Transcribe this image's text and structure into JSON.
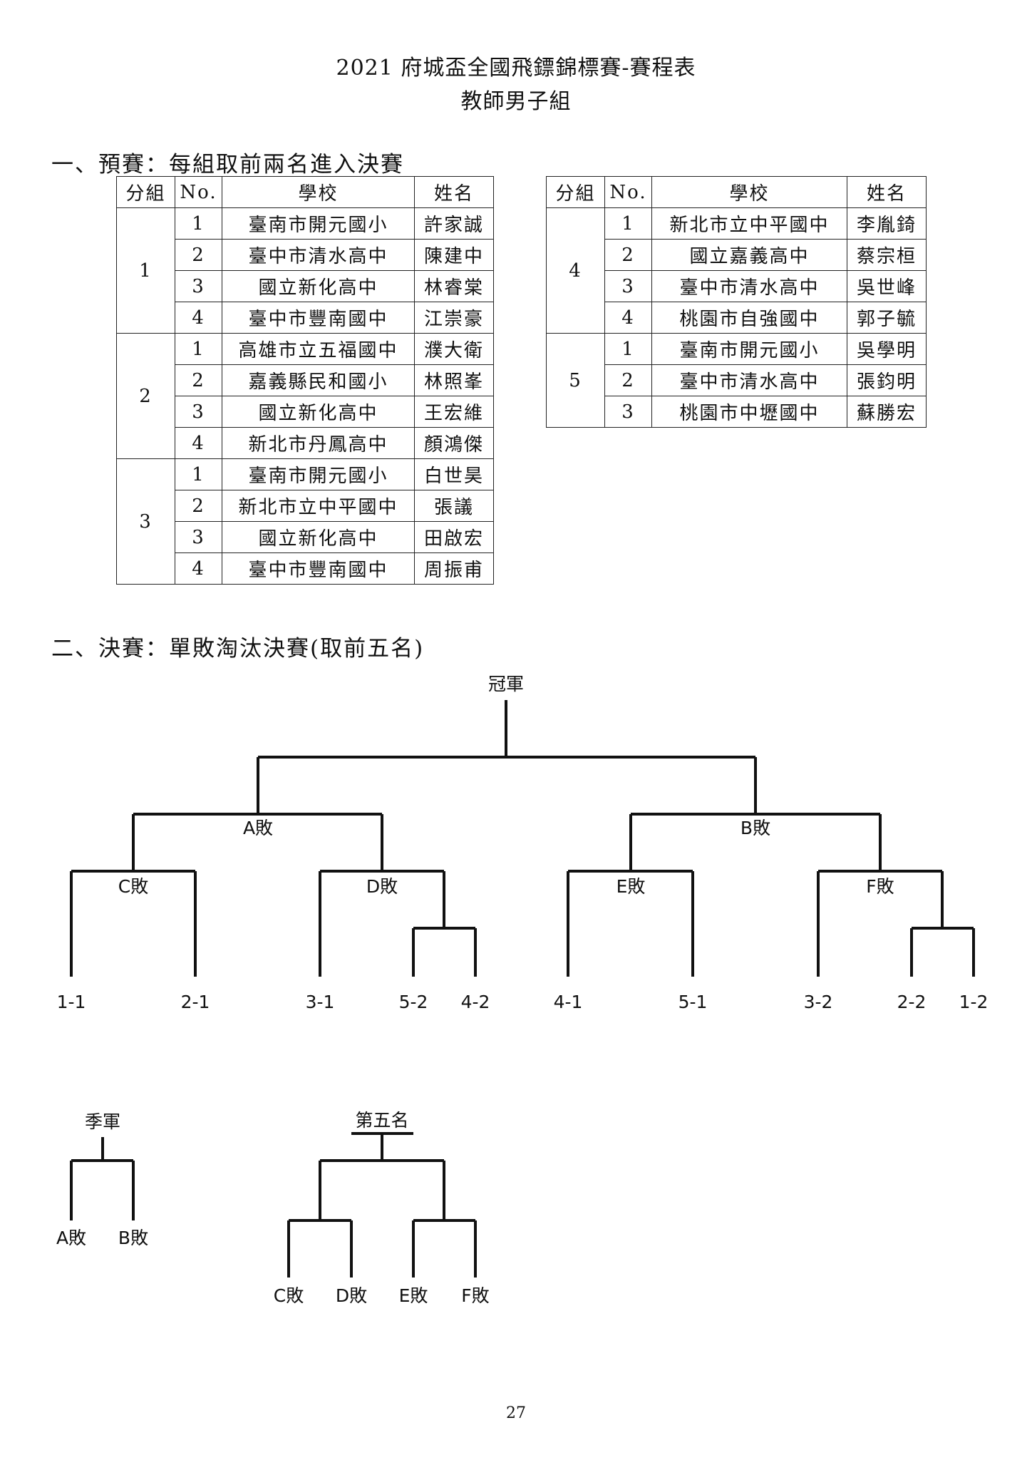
{
  "title_line1": "2021 府城盃全國飛鏢錦標賽-賽程表",
  "title_line2": "教師男子組",
  "prelim_heading": "一、預賽：每組取前兩名進入決賽",
  "finals_heading": "二、決賽：單敗淘汰決賽(取前五名)",
  "table_headers": {
    "group": "分組",
    "no": "No.",
    "school": "學校",
    "name": "姓名"
  },
  "groups_left": [
    {
      "group": "1",
      "rows": [
        {
          "no": "1",
          "school": "臺南市開元國小",
          "name": "許家誠"
        },
        {
          "no": "2",
          "school": "臺中市清水高中",
          "name": "陳建中"
        },
        {
          "no": "3",
          "school": "國立新化高中",
          "name": "林睿棠"
        },
        {
          "no": "4",
          "school": "臺中市豐南國中",
          "name": "江崇豪"
        }
      ]
    },
    {
      "group": "2",
      "rows": [
        {
          "no": "1",
          "school": "高雄市立五福國中",
          "name": "濮大衛"
        },
        {
          "no": "2",
          "school": "嘉義縣民和國小",
          "name": "林照峯"
        },
        {
          "no": "3",
          "school": "國立新化高中",
          "name": "王宏維"
        },
        {
          "no": "4",
          "school": "新北市丹鳳高中",
          "name": "顏鴻傑"
        }
      ]
    },
    {
      "group": "3",
      "rows": [
        {
          "no": "1",
          "school": "臺南市開元國小",
          "name": "白世昊"
        },
        {
          "no": "2",
          "school": "新北市立中平國中",
          "name": "張議"
        },
        {
          "no": "3",
          "school": "國立新化高中",
          "name": "田啟宏"
        },
        {
          "no": "4",
          "school": "臺中市豐南國中",
          "name": "周振甫"
        }
      ]
    }
  ],
  "groups_right": [
    {
      "group": "4",
      "rows": [
        {
          "no": "1",
          "school": "新北市立中平國中",
          "name": "李胤錡"
        },
        {
          "no": "2",
          "school": "國立嘉義高中",
          "name": "蔡宗桓"
        },
        {
          "no": "3",
          "school": "臺中市清水高中",
          "name": "吳世峰"
        },
        {
          "no": "4",
          "school": "桃園市自強國中",
          "name": "郭子毓"
        }
      ]
    },
    {
      "group": "5",
      "rows": [
        {
          "no": "1",
          "school": "臺南市開元國小",
          "name": "吳學明"
        },
        {
          "no": "2",
          "school": "臺中市清水高中",
          "name": "張鈞明"
        },
        {
          "no": "3",
          "school": "桃園市中壢國中",
          "name": "蘇勝宏"
        }
      ]
    }
  ],
  "bracket": {
    "champion": "冠軍",
    "loser_labels": {
      "A": "A敗",
      "B": "B敗",
      "C": "C敗",
      "D": "D敗",
      "E": "E敗",
      "F": "F敗"
    },
    "seeds": [
      "1-1",
      "2-1",
      "3-1",
      "5-2",
      "4-2",
      "4-1",
      "5-1",
      "3-2",
      "2-2",
      "1-2"
    ],
    "third_place": "季軍",
    "third_seeds": [
      "A敗",
      "B敗"
    ],
    "fifth_place": "第五名",
    "fifth_seeds": [
      "C敗",
      "D敗",
      "E敗",
      "F敗"
    ]
  },
  "page_number": "27"
}
